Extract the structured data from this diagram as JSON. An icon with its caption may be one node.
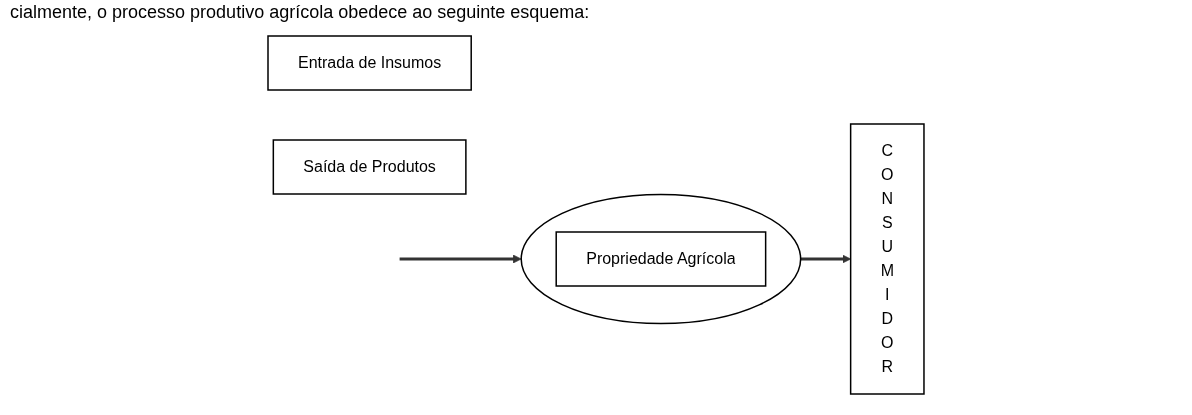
{
  "diagram": {
    "nodes": [
      {
        "text": [
          "Entrada de Insumos"
        ]
      },
      {
        "text": [
          "Saída de Produtos"
        ]
      },
      {
        "text": [
          "CONSUMIDOR"
        ]
      },
      {
        "text": [],
        "shape": "circle"
      },
      {
        "text": [
          "Propriedade Agrícola"
        ],
        "in": 3
      }
    ],
    "edges": [
      {
        "from": null,
        "to": 3,
        "arrow": "to"
      },
      {
        "from": 3,
        "to": 2,
        "arrow": "to"
      }
    ],
    "labels": [
      "cialmente, o processo produtivo agrícola obedece ao seguinte esquema:"
    ]
  }
}
